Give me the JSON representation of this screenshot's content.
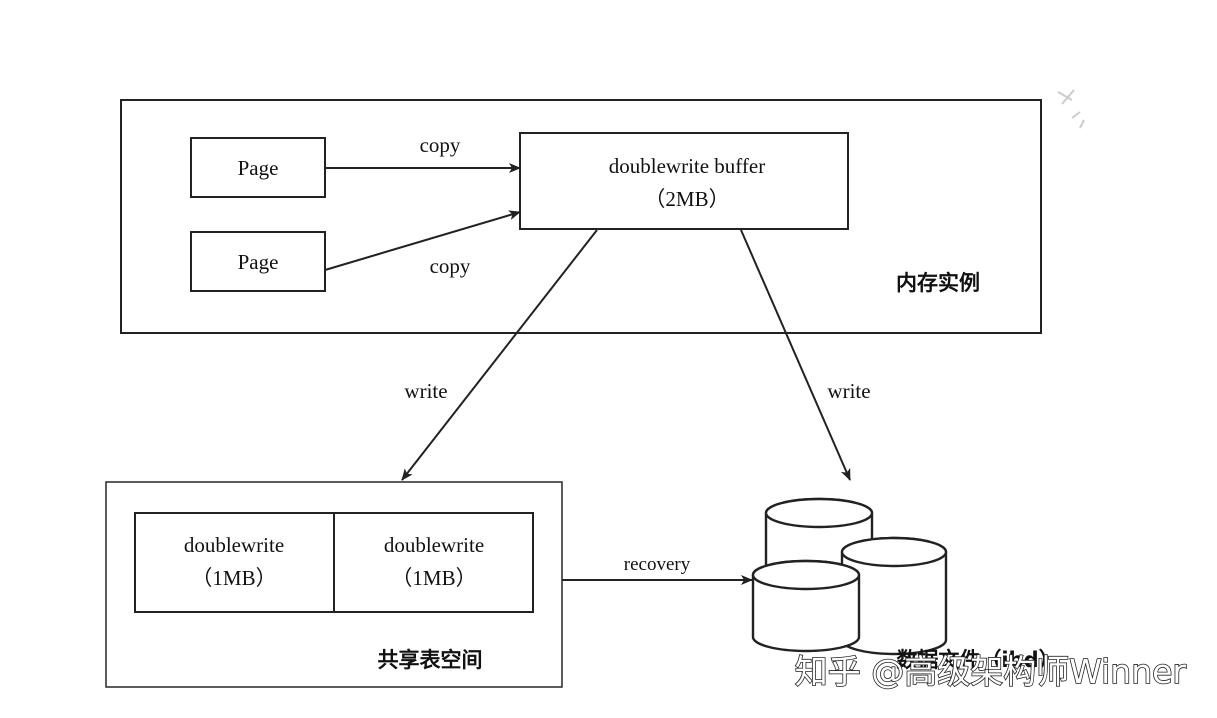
{
  "memory": {
    "label": "内存实例",
    "pages": [
      "Page",
      "Page"
    ],
    "copy_labels": [
      "copy",
      "copy"
    ],
    "buffer": {
      "line1": "doublewrite buffer",
      "line2": "（2MB）"
    }
  },
  "write_labels": [
    "write",
    "write"
  ],
  "shared_tablespace": {
    "label": "共享表空间",
    "halves": [
      {
        "line1": "doublewrite",
        "line2": "（1MB）"
      },
      {
        "line1": "doublewrite",
        "line2": "（1MB）"
      }
    ]
  },
  "recovery_label": "recovery",
  "datafile_label": "数据文件（ibd）",
  "watermark": "知乎 @高级架构师Winner"
}
